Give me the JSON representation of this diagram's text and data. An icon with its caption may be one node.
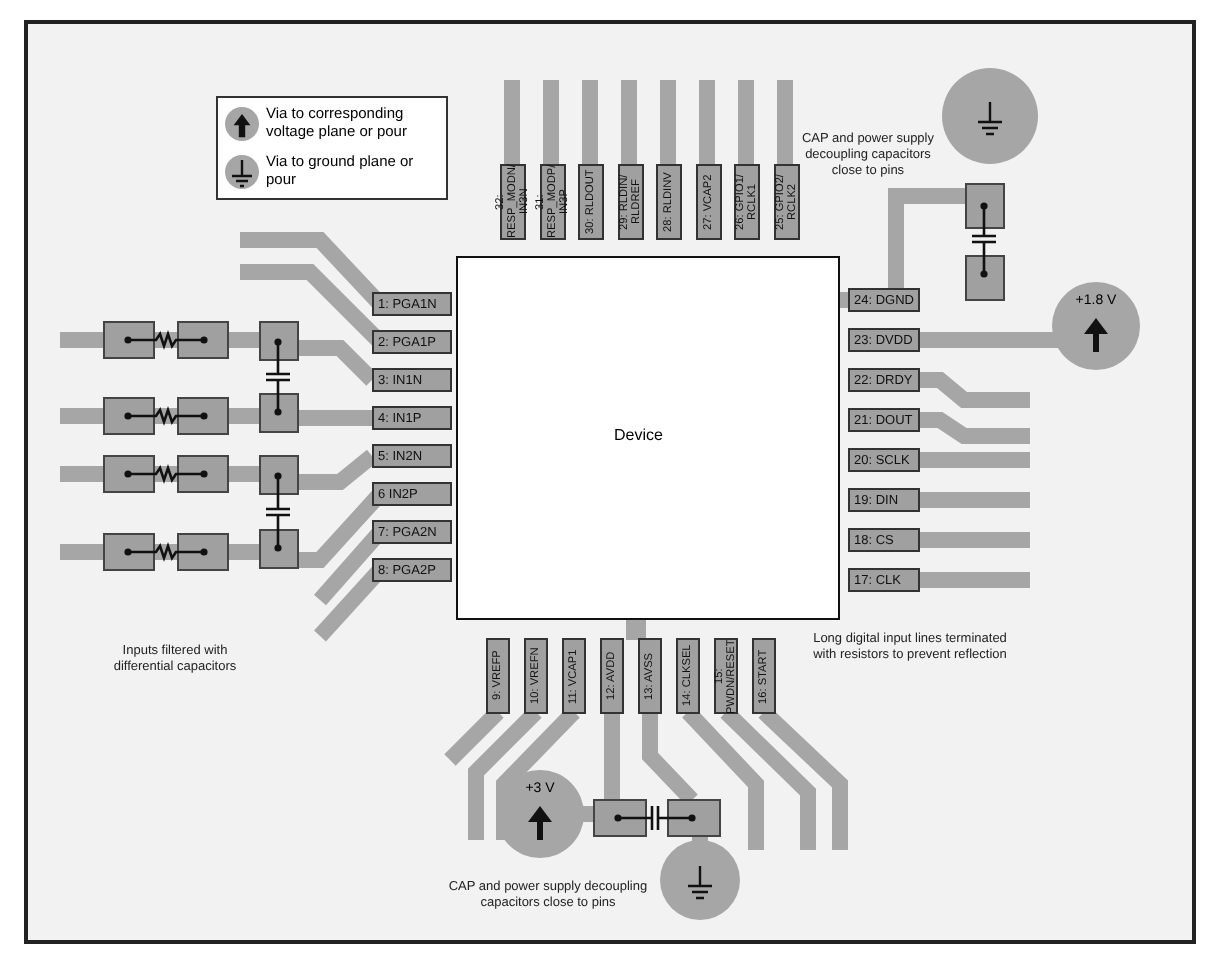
{
  "diagram": {
    "nodes": [
      {
        "text": [
          "Device"
        ]
      },
      {
        "text": [
          "1: PGA1N"
        ]
      },
      {
        "text": [
          "2: PGA1P"
        ]
      },
      {
        "text": [
          "3: IN1N"
        ]
      },
      {
        "text": [
          "4: IN1P"
        ]
      },
      {
        "text": [
          "5: IN2N"
        ]
      },
      {
        "text": [
          "6 IN2P"
        ]
      },
      {
        "text": [
          "7: PGA2N"
        ]
      },
      {
        "text": [
          "8: PGA2P"
        ]
      },
      {
        "text": [
          "9: VREFP"
        ]
      },
      {
        "text": [
          "10: VREFN"
        ]
      },
      {
        "text": [
          "11: VCAP1"
        ]
      },
      {
        "text": [
          "12: AVDD"
        ]
      },
      {
        "text": [
          "13: AVSS"
        ]
      },
      {
        "text": [
          "14: CLKSEL"
        ]
      },
      {
        "text": [
          "15: PWDN/RESET"
        ]
      },
      {
        "text": [
          "16: START"
        ]
      },
      {
        "text": [
          "17: CLK"
        ]
      },
      {
        "text": [
          "18: CS"
        ]
      },
      {
        "text": [
          "19: DIN"
        ]
      },
      {
        "text": [
          "20: SCLK"
        ]
      },
      {
        "text": [
          "21: DOUT"
        ]
      },
      {
        "text": [
          "22: DRDY"
        ]
      },
      {
        "text": [
          "23: DVDD"
        ]
      },
      {
        "text": [
          "24: DGND"
        ]
      },
      {
        "text": [
          "25: GPIO2/ RCLK2"
        ]
      },
      {
        "text": [
          "26: GPIO1/ RCLK1"
        ]
      },
      {
        "text": [
          "27: VCAP2"
        ]
      },
      {
        "text": [
          "28: RLDINV"
        ]
      },
      {
        "text": [
          "29: RLDIN/ RLDREF"
        ]
      },
      {
        "text": [
          "30: RLDOUT"
        ]
      },
      {
        "text": [
          "31: RESP_MODP/ IN3P"
        ]
      },
      {
        "text": [
          "32: RESP_MODN/ IN3N"
        ]
      },
      {
        "text": [
          "+1.8 V"
        ]
      },
      {
        "text": [
          "+3 V"
        ]
      }
    ],
    "labels": [
      "CAP and power supply decoupling capacitors close to pins",
      "Inputs filtered with differential capacitors",
      "Long digital input lines terminated with resistors to prevent reflection",
      "CAP and power supply decoupling capacitors close to pins"
    ],
    "legend": [
      {
        "text": "Via to corresponding voltage plane or pour"
      },
      {
        "text": "Via to ground plane or pour"
      }
    ]
  }
}
